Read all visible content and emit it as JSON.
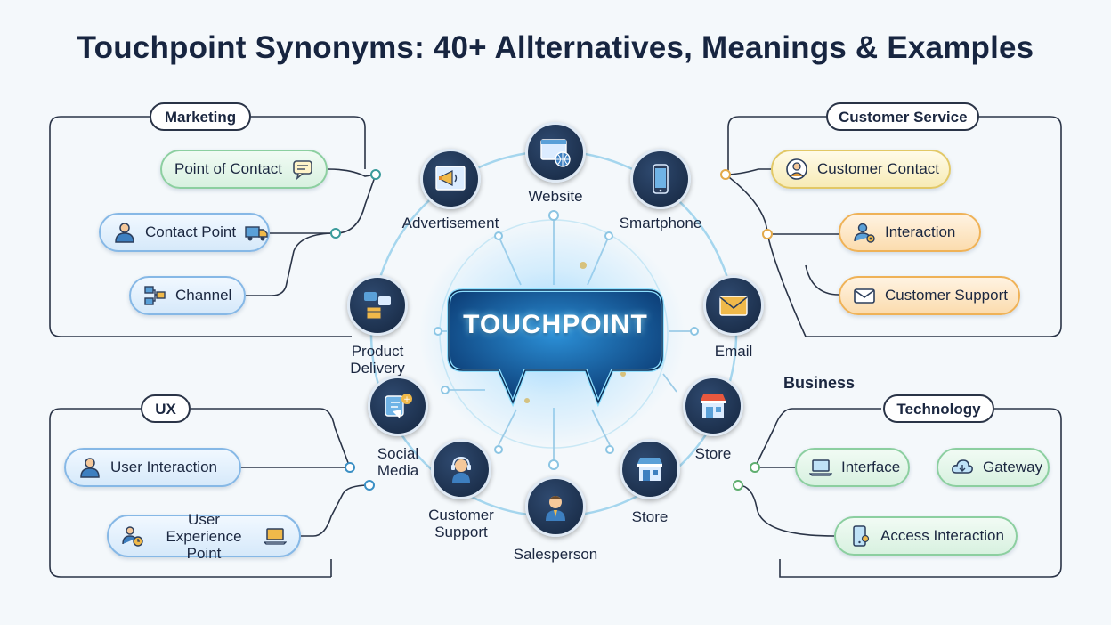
{
  "title": "Touchpoint Synonyms: 40+ Allternatives, Meanings & Examples",
  "center": {
    "label": "TOUCHPOINT"
  },
  "colors": {
    "ring": "#9fd2ee",
    "dark_node": "#1a2d4a",
    "green": "#8ccfa0",
    "blue": "#86b8e6",
    "yellow": "#e2c866",
    "orange": "#efb257"
  },
  "groups": {
    "marketing": {
      "label": "Marketing",
      "items": [
        {
          "label": "Point of Contact",
          "icon": "chat-bubble-icon"
        },
        {
          "label": "Contact Point",
          "icon": "delivery-truck-icon"
        },
        {
          "label": "Channel",
          "icon": "network-icon"
        }
      ]
    },
    "customer_service": {
      "label": "Customer Service",
      "items": [
        {
          "label": "Customer Contact",
          "icon": "user-circle-icon"
        },
        {
          "label": "Interaction",
          "icon": "user-gear-icon"
        },
        {
          "label": "Customer Support",
          "icon": "envelope-icon"
        }
      ]
    },
    "ux": {
      "label": "UX",
      "items": [
        {
          "label": "User Interaction",
          "icon": "user-icon"
        },
        {
          "label": "User Experience Point",
          "icon": "laptop-icon"
        }
      ]
    },
    "business": {
      "label": "Business"
    },
    "technology": {
      "label": "Technology",
      "items": [
        {
          "label": "Interface",
          "icon": "laptop-icon"
        },
        {
          "label": "Gateway",
          "icon": "cloud-icon"
        },
        {
          "label": "Access Interaction",
          "icon": "mobile-icon"
        }
      ]
    }
  },
  "ring_nodes": [
    {
      "label": "Website",
      "icon": "browser-globe-icon"
    },
    {
      "label": "Advertisement",
      "icon": "megaphone-icon"
    },
    {
      "label": "Smartphone",
      "icon": "smartphone-icon"
    },
    {
      "label": "Product Delivery",
      "icon": "package-chat-icon"
    },
    {
      "label": "Email",
      "icon": "envelope-icon"
    },
    {
      "label": "Social Media",
      "icon": "social-media-icon"
    },
    {
      "label": "Store",
      "icon": "storefront-icon"
    },
    {
      "label": "Customer Support",
      "icon": "headset-agent-icon"
    },
    {
      "label": "Store",
      "icon": "storefront-icon"
    },
    {
      "label": "Salesperson",
      "icon": "salesperson-icon"
    }
  ]
}
